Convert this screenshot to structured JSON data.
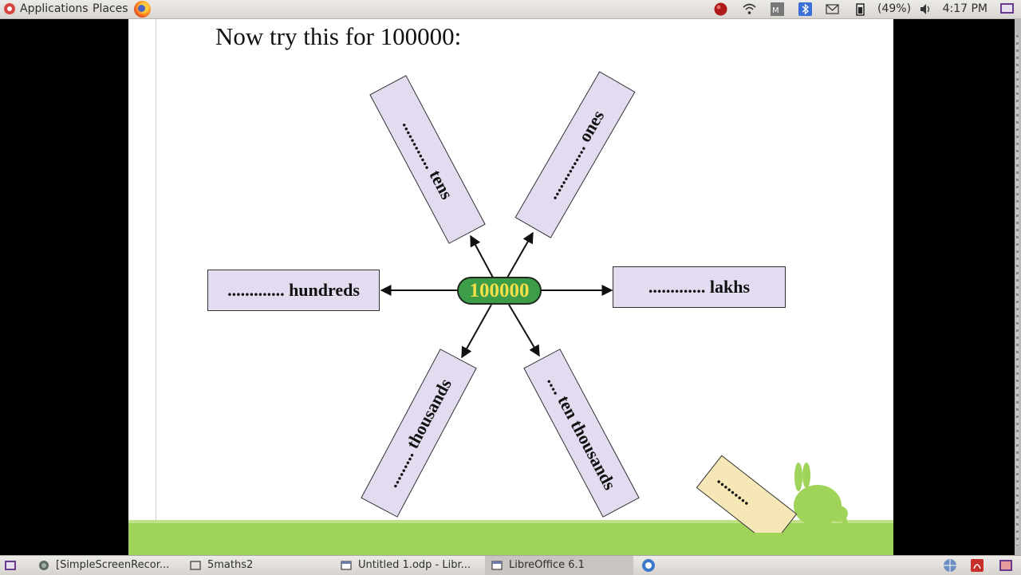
{
  "top_panel": {
    "applications_label": "Applications",
    "places_label": "Places",
    "battery_text": "(49%)",
    "clock": "4:17 PM"
  },
  "slide": {
    "title": "Now try this for 100000:",
    "center_value": "100000",
    "boxes": {
      "tens": "............ tens",
      "ones": ".............. ones",
      "hundreds": "............. hundreds",
      "lakhs": "............. lakhs",
      "thousands": "......... thousands",
      "ten_thousands": ".... ten thousands",
      "partial": "........."
    }
  },
  "taskbar": {
    "items": [
      {
        "label": "[SimpleScreenRecor..."
      },
      {
        "label": "5maths2"
      },
      {
        "label": "Untitled 1.odp - Libr..."
      },
      {
        "label": "LibreOffice 6.1"
      }
    ]
  },
  "colors": {
    "box_fill": "#e3dcf1",
    "center_fill": "#3c9c47",
    "center_text": "#f3e04a",
    "grass": "#9fd35a"
  }
}
